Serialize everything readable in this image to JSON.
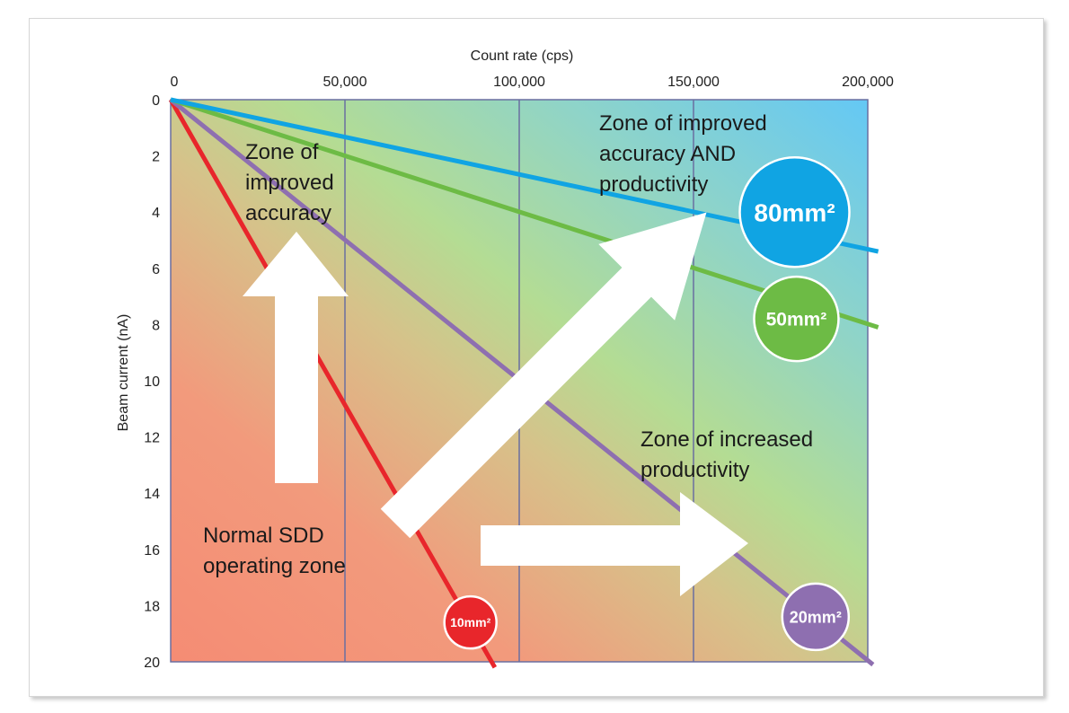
{
  "chart_data": {
    "type": "line",
    "xlabel": "Count rate (cps)",
    "ylabel": "Beam current (nA)",
    "xlim": [
      0,
      200000
    ],
    "ylim": [
      0,
      20
    ],
    "y_inverted": true,
    "x_axis_position": "top",
    "x_ticks": [
      0,
      50000,
      100000,
      150000,
      200000
    ],
    "x_tick_labels": [
      "0",
      "50,000",
      "100,000",
      "150,000",
      "200,000"
    ],
    "y_ticks": [
      0,
      2,
      4,
      6,
      8,
      10,
      12,
      14,
      16,
      18,
      20
    ],
    "y_tick_labels": [
      "0",
      "2",
      "4",
      "6",
      "8",
      "10",
      "12",
      "14",
      "16",
      "18",
      "20"
    ],
    "grid": "vertical",
    "series": [
      {
        "name": "10mm²",
        "color": "#e8262b",
        "x": [
          0,
          93000
        ],
        "y": [
          0,
          20.2
        ],
        "label_at": [
          86000,
          18.6
        ]
      },
      {
        "name": "20mm²",
        "color": "#8e6fb0",
        "x": [
          0,
          201500
        ],
        "y": [
          0,
          20.1
        ],
        "label_at": [
          185000,
          18.4
        ]
      },
      {
        "name": "50mm²",
        "color": "#6dbb45",
        "x": [
          0,
          203000
        ],
        "y": [
          0,
          8.1
        ],
        "label_at": [
          179500,
          7.8
        ]
      },
      {
        "name": "80mm²",
        "color": "#10a4e3",
        "x": [
          0,
          203000
        ],
        "y": [
          0,
          5.4
        ],
        "label_at": [
          179000,
          4.0
        ]
      }
    ],
    "annotations": [
      {
        "lines": [
          "Zone of",
          "improved",
          "accuracy"
        ]
      },
      {
        "lines": [
          "Zone of improved",
          "accuracy AND",
          "productivity"
        ]
      },
      {
        "lines": [
          "Zone of increased",
          "productivity"
        ]
      },
      {
        "lines": [
          "Normal SDD",
          "operating zone"
        ]
      }
    ]
  }
}
